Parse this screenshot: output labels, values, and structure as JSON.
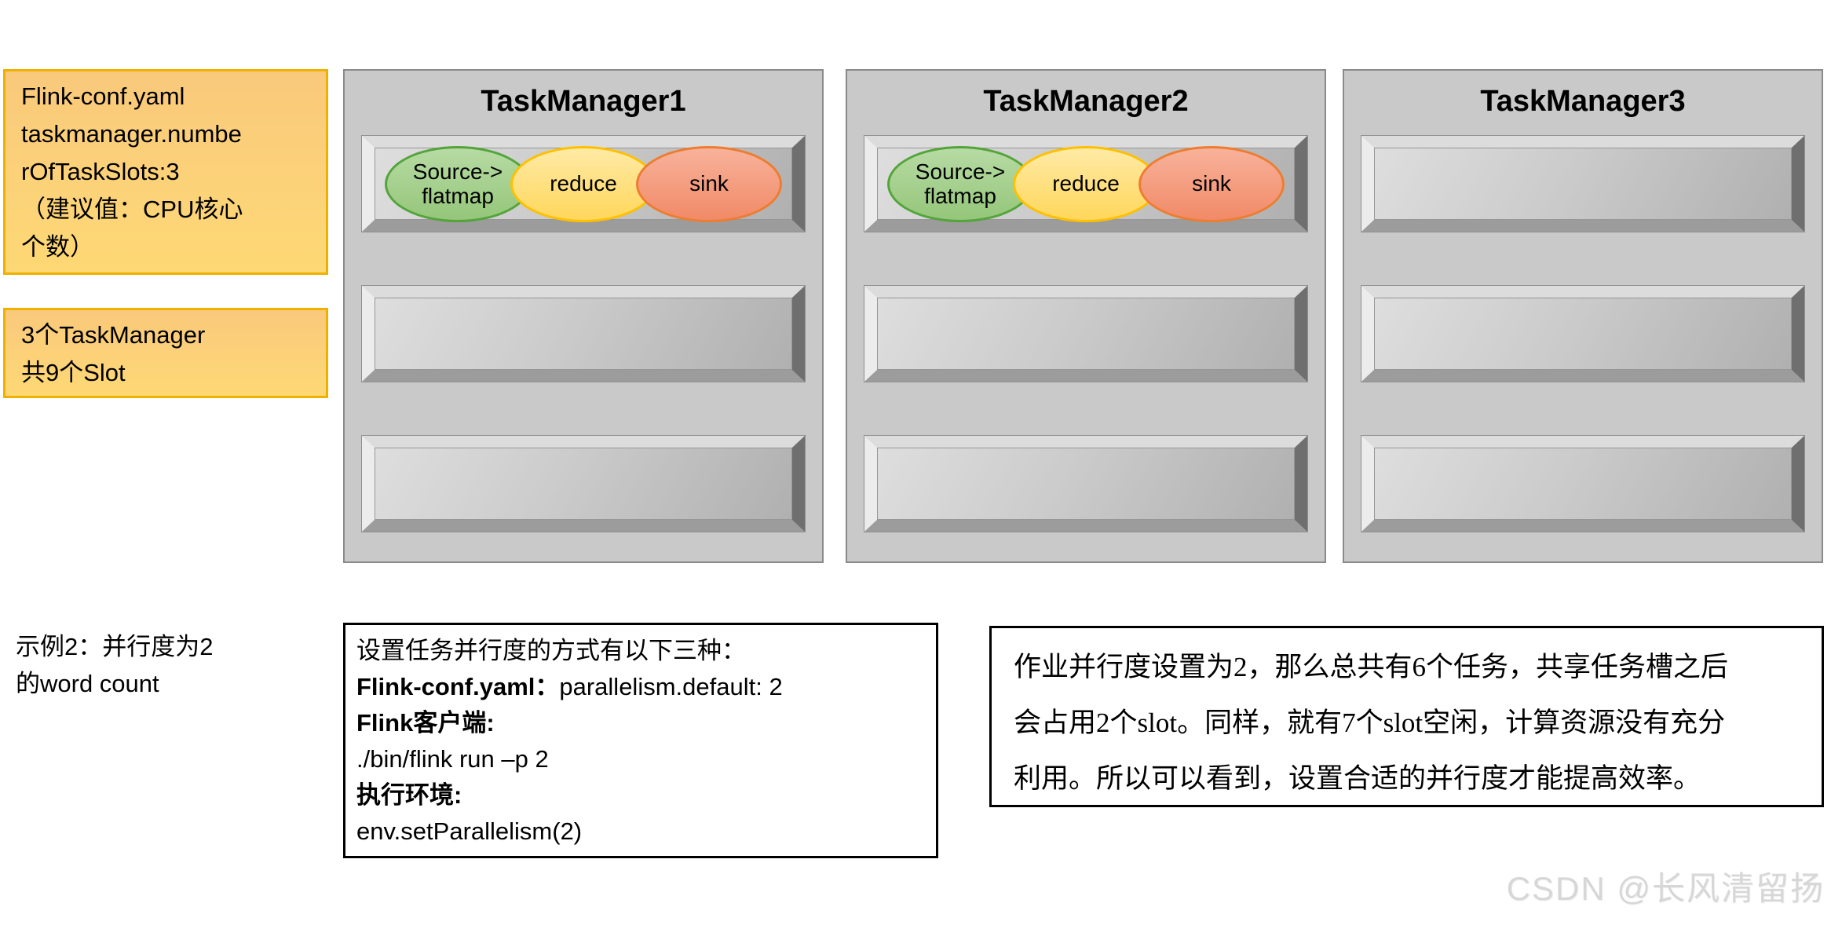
{
  "colors": {
    "note_bg_top": "#F9C97B",
    "note_bg_bottom": "#FED874",
    "note_border": "#F0B000",
    "taskmanager_bg": "#C9C9C9",
    "taskmanager_border": "#8A8A8A",
    "slot_bevel_dark": "#6F6F6F",
    "slot_bevel_light": "#ECECEC",
    "task_source_fill": "#A9D18E",
    "task_source_border": "#54A43C",
    "task_reduce_fill": "#FFD966",
    "task_reduce_border": "#FFC000",
    "task_sink_fill": "#F4997B",
    "task_sink_border": "#ED7D31",
    "watermark_color": "#D7D7D7"
  },
  "notes": {
    "config": {
      "lines": [
        "Flink-conf.yaml",
        "taskmanager.numbe",
        "rOfTaskSlots:3",
        "（建议值：CPU核心",
        "个数）"
      ]
    },
    "slots": {
      "lines": [
        "3个TaskManager",
        "共9个Slot"
      ]
    }
  },
  "taskmanagers": [
    {
      "title": "TaskManager1",
      "slot_count": 3,
      "tasks_in_slot1": true
    },
    {
      "title": "TaskManager2",
      "slot_count": 3,
      "tasks_in_slot1": true
    },
    {
      "title": "TaskManager3",
      "slot_count": 3,
      "tasks_in_slot1": false
    }
  ],
  "tasks": {
    "source_line1": "Source->",
    "source_line2": "flatmap",
    "reduce": "reduce",
    "sink": "sink"
  },
  "example_label": {
    "lines": [
      "示例2：并行度为2",
      "的word count"
    ]
  },
  "parallelism_box": {
    "line1": "设置任务并行度的方式有以下三种：",
    "line2_label": "Flink-conf.yaml：",
    "line2_value": "parallelism.default: 2",
    "line3_label": "Flink客户端:",
    "line4": "./bin/flink run –p 2",
    "line5_label": "执行环境:",
    "line6": "env.setParallelism(2)"
  },
  "explanation_box": {
    "line1": "作业并行度设置为2，那么总共有6个任务，共享任务槽之后",
    "line2": "会占用2个slot。同样，就有7个slot空闲，计算资源没有充分",
    "line3": "利用。所以可以看到，设置合适的并行度才能提高效率。"
  },
  "watermark": "CSDN @长风清留扬"
}
